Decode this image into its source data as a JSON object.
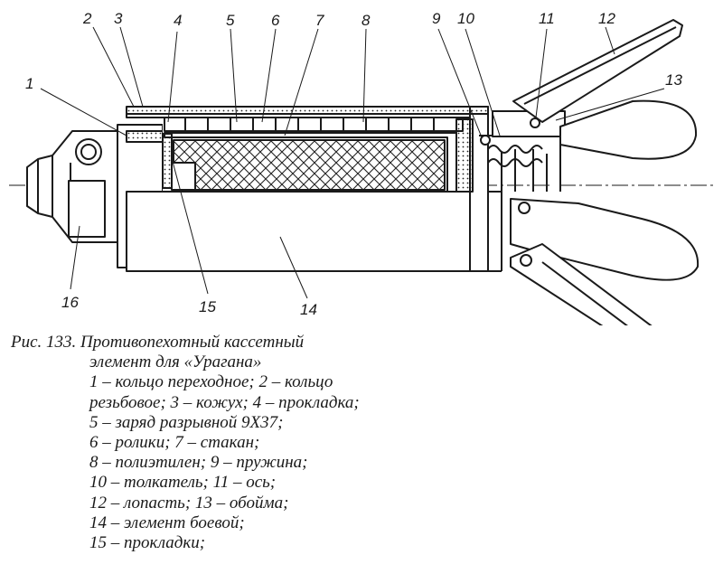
{
  "figure": {
    "callouts": [
      "1",
      "2",
      "3",
      "4",
      "5",
      "6",
      "7",
      "8",
      "9",
      "10",
      "11",
      "12",
      "13",
      "14",
      "15",
      "16"
    ]
  },
  "caption": {
    "lines": [
      "Рис. 133. Противопехотный кассетный",
      "элемент для «Урагана»",
      "1 – кольцо переходное; 2 – кольцо",
      "резьбовое; 3 – кожух; 4 – прокладка;",
      "5 – заряд разрывной 9Х37;",
      "6 – ролики; 7 – стакан;",
      "8 – полиэтилен; 9 – пружина;",
      "10 – толкатель; 11 – ось;",
      "12 – лопасть; 13 – обойма;",
      "14 – элемент боевой;",
      "15 – прокладки;"
    ]
  }
}
